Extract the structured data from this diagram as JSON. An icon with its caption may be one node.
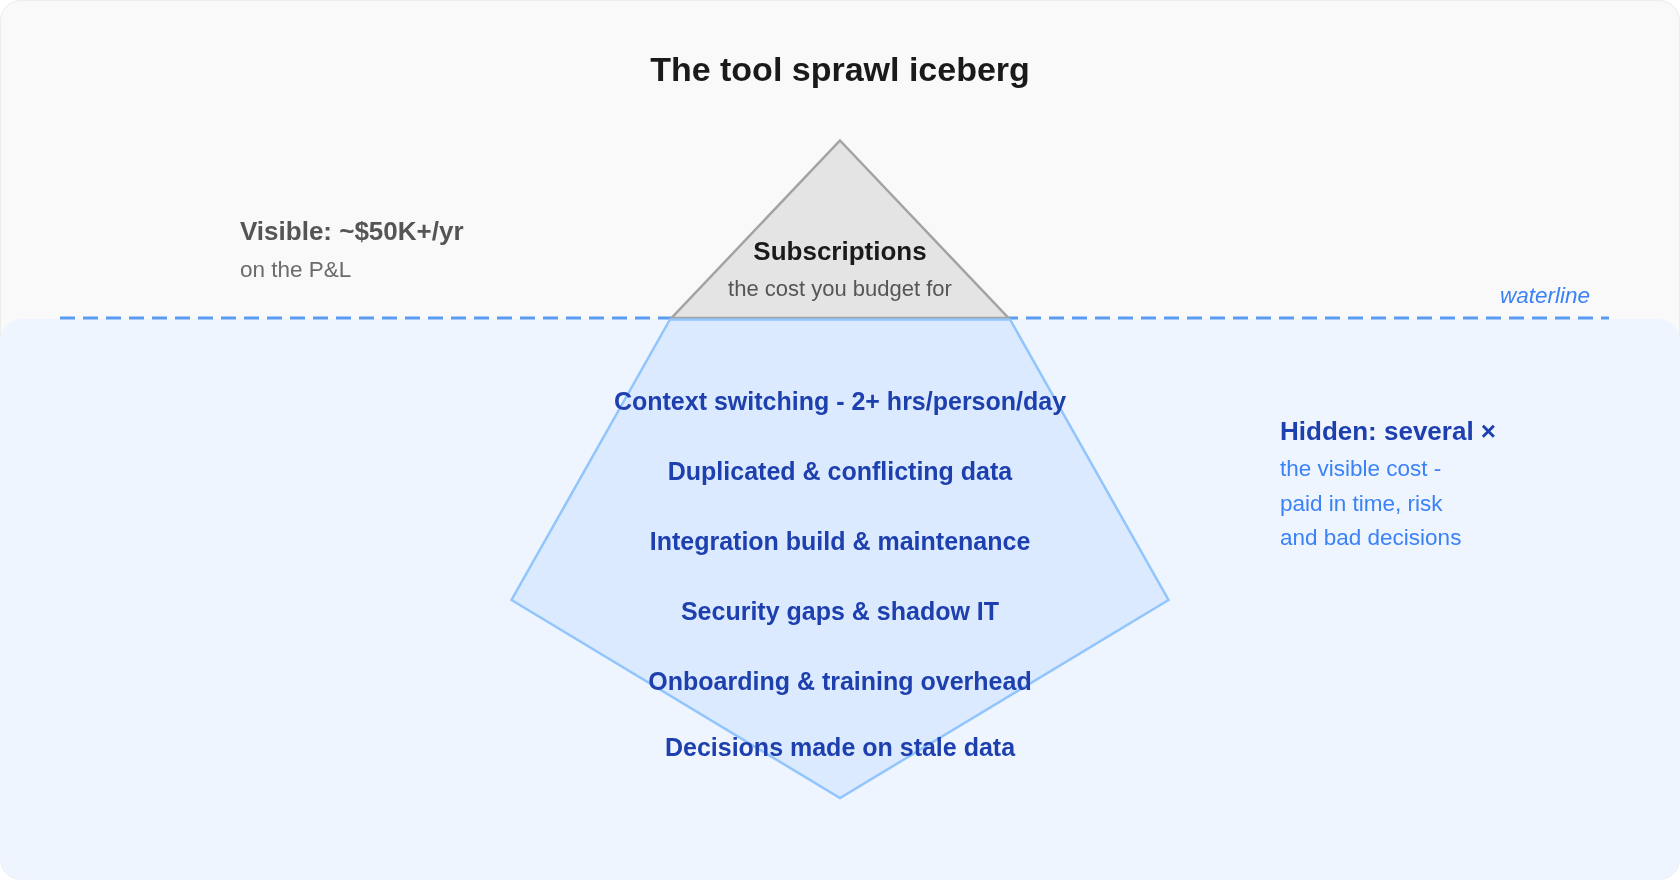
{
  "diagram": {
    "title": "The tool sprawl iceberg",
    "nodes": [
      {
        "text": [
          "Subscriptions",
          "the cost you budget for"
        ]
      },
      {
        "text": [
          "Context switching - 2+ hrs/person/day",
          "Duplicated & conflicting data",
          "Integration build & maintenance",
          "Security gaps & shadow IT",
          "Onboarding & training overhead",
          "Decisions made on stale data"
        ]
      }
    ],
    "labels": [
      "Visible: ~$50K+/yr",
      "on the P&L",
      "waterline",
      "Hidden: several ×",
      "the visible cost - paid in time, risk and bad decisions"
    ]
  }
}
